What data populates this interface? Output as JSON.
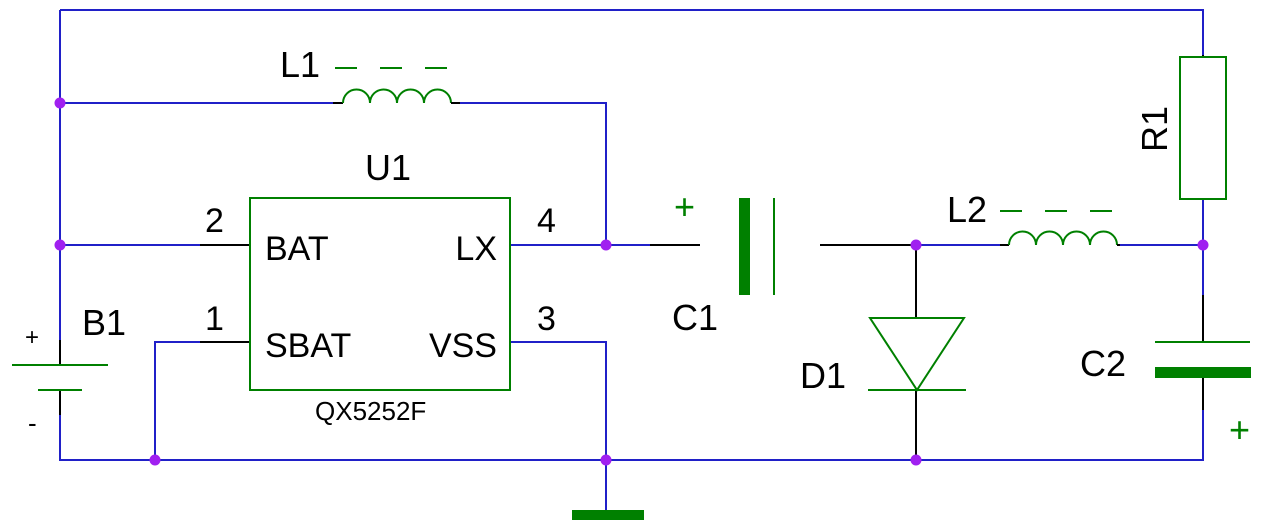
{
  "components": {
    "L1": {
      "ref": "L1"
    },
    "L2": {
      "ref": "L2"
    },
    "U1": {
      "ref": "U1",
      "part": "QX5252F"
    },
    "C1": {
      "ref": "C1",
      "polarity": "+"
    },
    "C2": {
      "ref": "C2",
      "polarity": "+"
    },
    "D1": {
      "ref": "D1"
    },
    "R1": {
      "ref": "R1"
    },
    "B1": {
      "ref": "B1",
      "plus": "+",
      "minus": "-"
    }
  },
  "pins": {
    "bat": {
      "num": "2",
      "name": "BAT"
    },
    "sbat": {
      "num": "1",
      "name": "SBAT"
    },
    "lx": {
      "num": "4",
      "name": "LX"
    },
    "vss": {
      "num": "3",
      "name": "VSS"
    }
  },
  "colors": {
    "wire": "#2020c8",
    "lead": "#000000",
    "polarity": "#008000",
    "junction": "#a020f0"
  }
}
